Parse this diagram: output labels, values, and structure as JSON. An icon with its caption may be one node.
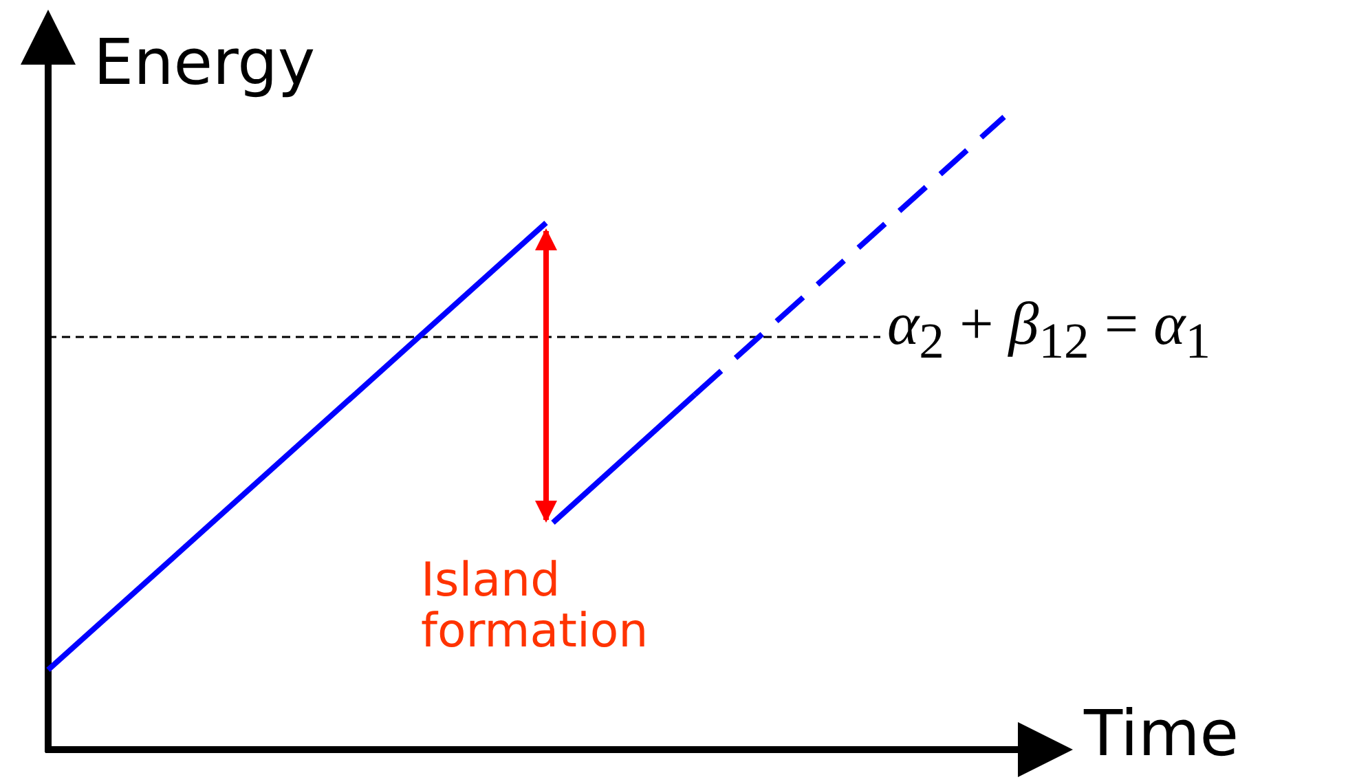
{
  "diagram": {
    "labels": [
      "Energy",
      "*α*$_{2}$ + *β*$_{12}$ = *α*$_{1}$",
      "Island formation",
      "Time"
    ]
  }
}
